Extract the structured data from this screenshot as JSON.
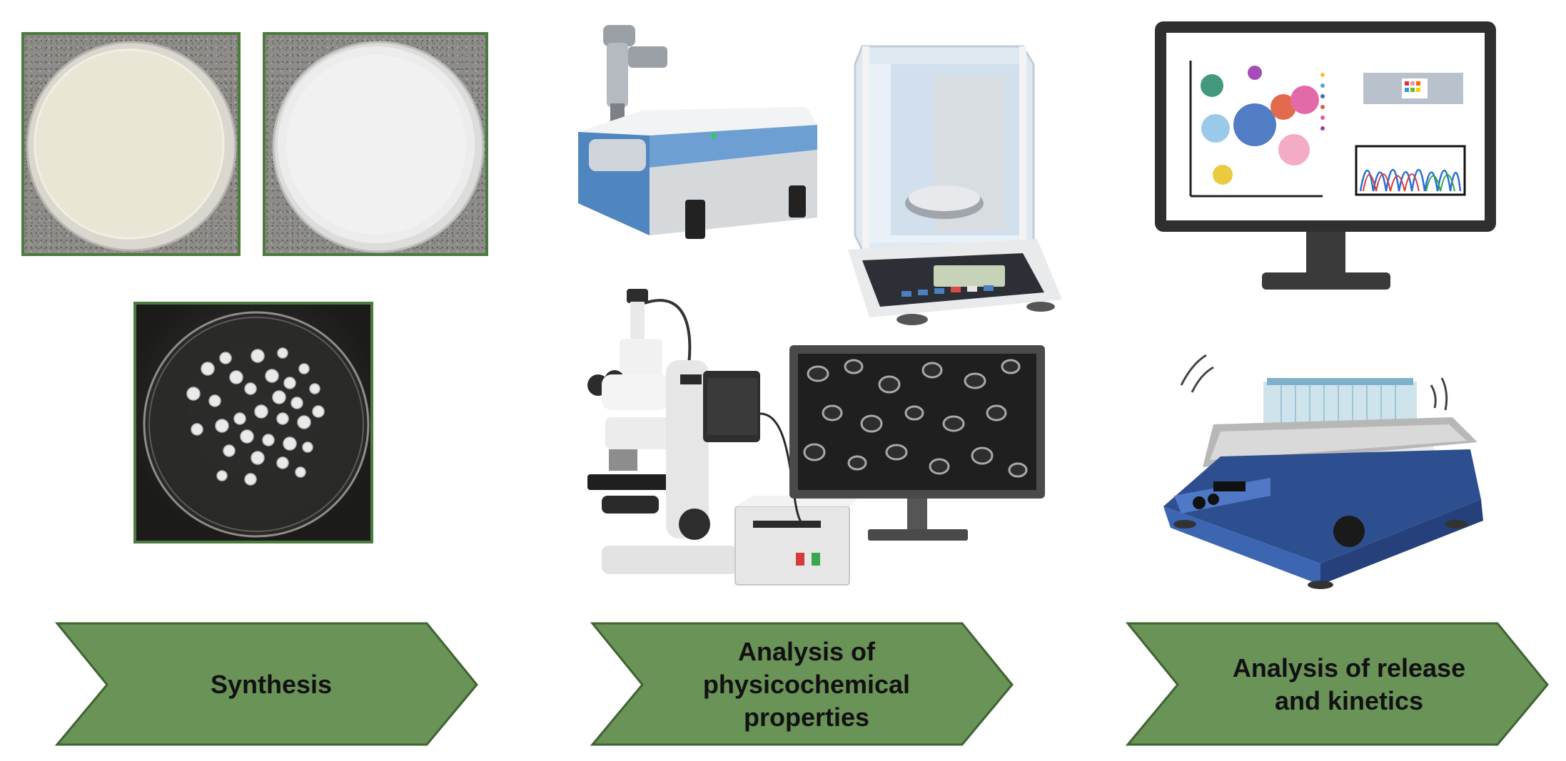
{
  "stages": [
    {
      "label": "Synthesis",
      "color": "#6a9358"
    },
    {
      "label": "Analysis of\nphysicochemical\nproperties",
      "color": "#6a9358"
    },
    {
      "label": "Analysis of release\nand kinetics",
      "color": "#6a9358"
    }
  ],
  "illustrations": {
    "synthesis": [
      "petri-dish-cream-film-photo",
      "petri-dish-white-film-photo",
      "petri-dish-hydrogel-beads-photo"
    ],
    "physicochemical": [
      "spectrometer-icon",
      "analytical-balance-icon",
      "microscope-icon",
      "image-monitor-icon"
    ],
    "release": [
      "data-monitor-icon",
      "orbital-shaker-icon"
    ]
  },
  "colors": {
    "arrow_fill": "#6a9358",
    "arrow_border": "#3f6331",
    "photo_border": "#4d7a3e"
  }
}
